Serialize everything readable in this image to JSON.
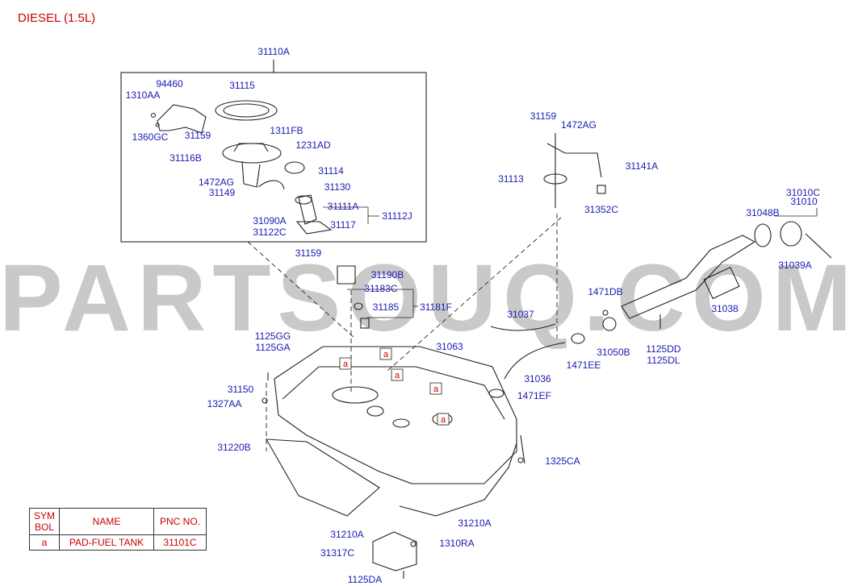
{
  "title": "DIESEL (1.5L)",
  "watermark": "PARTSOUQ.COM",
  "colors": {
    "label": "#1a1ab4",
    "line": "#222222",
    "title": "#cc0000",
    "watermark": "#c9c9c9",
    "marker": "#cc0000"
  },
  "labels": [
    "31110A",
    "94460",
    "1310AA",
    "1360GC",
    "31115",
    "31159",
    "1311FB",
    "31116B",
    "1231AD",
    "31114",
    "1472AG",
    "31149",
    "31130",
    "31111A",
    "31112J",
    "31090A",
    "31117",
    "31122C",
    "31159",
    "1472AG",
    "31141A",
    "31113",
    "31352C",
    "31010C",
    "31010",
    "31048B",
    "31039A",
    "31159",
    "31190B",
    "31183C",
    "31185",
    "31181F",
    "1471DB",
    "31037",
    "31038",
    "31063",
    "1125GG",
    "1125GA",
    "31050B",
    "1125DD",
    "1125DL",
    "1471EE",
    "31036",
    "31150",
    "1471EF",
    "1327AA",
    "31220B",
    "1325CA",
    "31210A",
    "31210A",
    "1310RA",
    "31317C",
    "1125DA"
  ],
  "marker_symbol": "a",
  "legend": {
    "headers": {
      "symbol": "SYM BOL",
      "name": "NAME",
      "pnc": "PNC NO."
    },
    "rows": [
      {
        "symbol": "a",
        "name": "PAD-FUEL TANK",
        "pnc": "31101C"
      }
    ]
  }
}
